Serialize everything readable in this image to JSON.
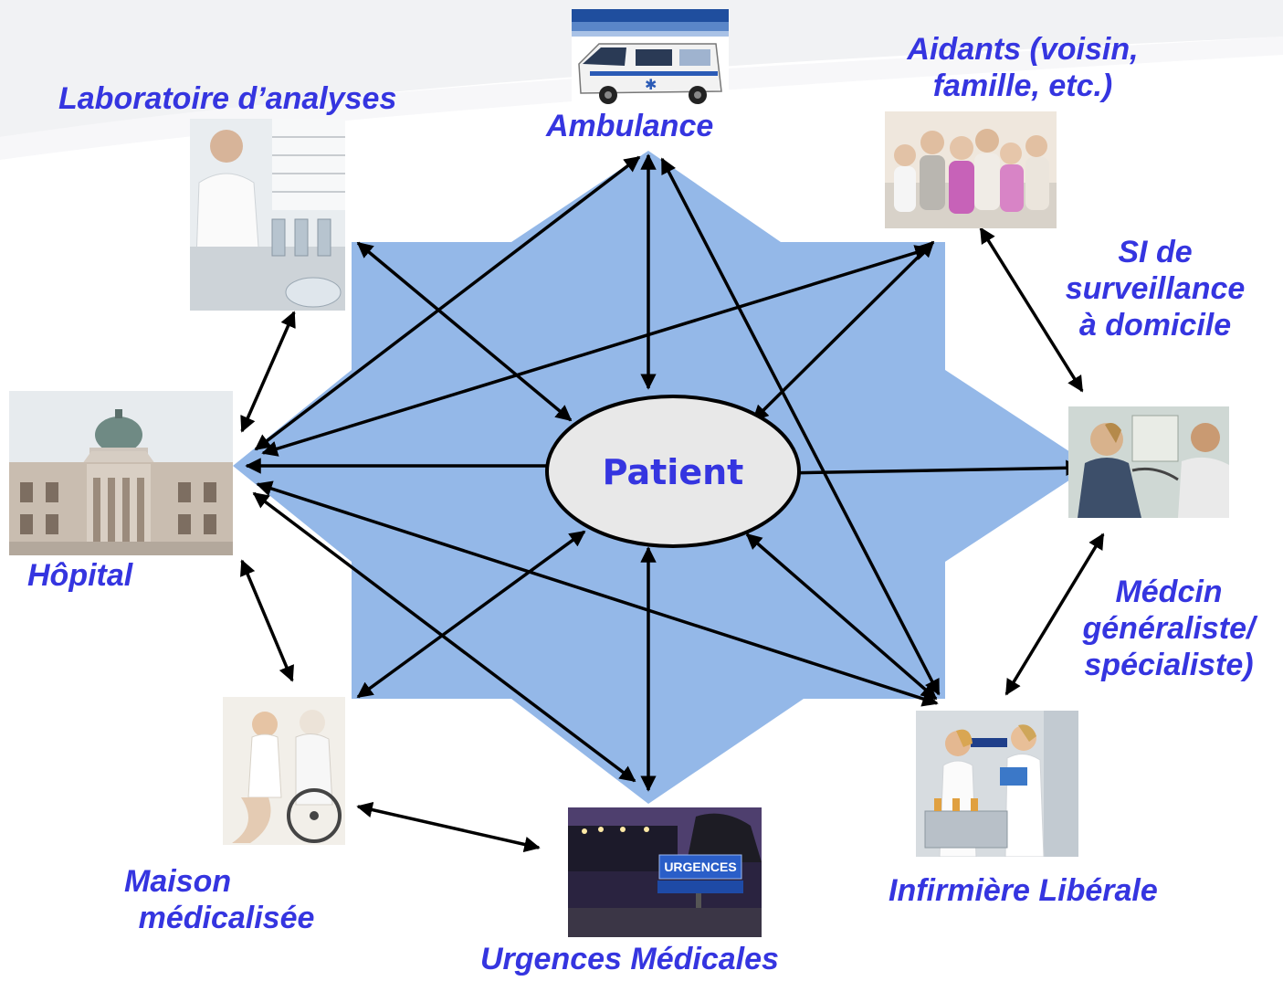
{
  "center": {
    "label": "Patient"
  },
  "actors": {
    "ambulance": {
      "label": "Ambulance",
      "icon": "ambulance-icon"
    },
    "laboratoire": {
      "label": "Laboratoire d’analyses",
      "icon": "lab-technician-icon"
    },
    "aidants": {
      "lines": [
        "Aidants (voisin,",
        "famille, etc.)"
      ],
      "icon": "family-group-icon"
    },
    "si_surveillance": {
      "lines": [
        "SI de",
        "surveillance",
        "à domicile"
      ]
    },
    "hopital": {
      "label": "Hôpital",
      "icon": "hospital-building-icon"
    },
    "medecin": {
      "lines": [
        "Médcin",
        "généraliste/",
        "spécialiste)"
      ],
      "icon": "doctor-stethoscope-icon"
    },
    "maison": {
      "lines": [
        "Maison",
        "médicalisée"
      ],
      "icon": "wheelchair-care-icon"
    },
    "urgences": {
      "label": "Urgences Médicales",
      "icon": "emergency-sign-icon",
      "sign_text": "URGENCES"
    },
    "infirmiere": {
      "label": "Infirmière Libérale",
      "icon": "nurses-icon"
    }
  },
  "colors": {
    "label": "#3535e0",
    "star_fill": "#94b8e8",
    "ellipse_fill": "#e8e8e8",
    "arrow": "#000000"
  }
}
